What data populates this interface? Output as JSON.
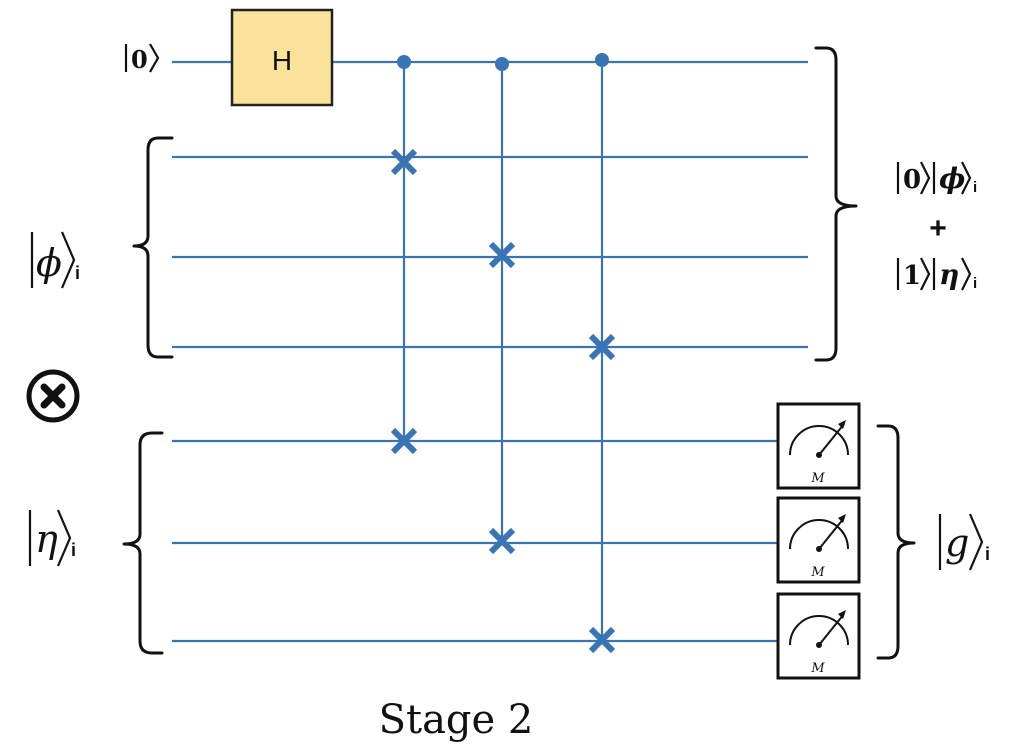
{
  "gate": {
    "label": "H"
  },
  "labels": {
    "ancilla_ket": "0",
    "phi_symbol": "ϕ",
    "eta_symbol": "η",
    "g_symbol": "g",
    "subscript": "i",
    "tensor_symbol": "⊗"
  },
  "output": {
    "term0_ket": "0",
    "term0_state": "ϕ",
    "plus": "+",
    "term1_ket": "1",
    "term1_state": "η"
  },
  "meter": {
    "label": "M"
  },
  "caption": "Stage 2"
}
